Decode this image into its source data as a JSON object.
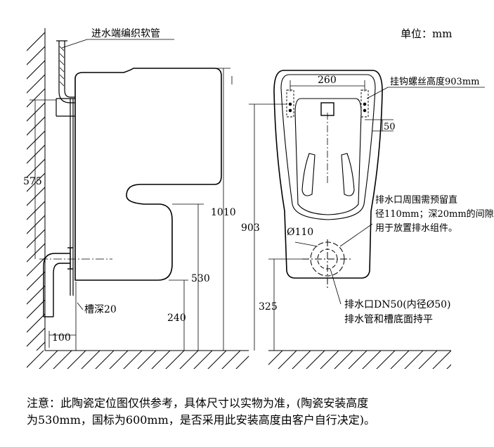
{
  "unit_label": "单位：mm",
  "labels": {
    "inlet_hose": "进水端编织软管",
    "hook_screw_height": "挂钩螺丝高度903mm",
    "drain_reserve_line1": "排水口周围需预留直",
    "drain_reserve_line2": "径110mm；深20mm的间隙,",
    "drain_reserve_line3": "用于放置排水组件。",
    "drain_outlet_line1": "排水口DN50(内径Ø50)",
    "drain_outlet_line2": "排水管和槽底面持平",
    "groove_depth": "槽深20"
  },
  "dimensions": {
    "d575": "575",
    "d1010": "1010",
    "d530": "530",
    "d240": "240",
    "d100": "100",
    "d260": "260",
    "d50": "50",
    "d903": "903",
    "d110": "Ø110",
    "d325": "325"
  },
  "note": {
    "line1": "注意：此陶瓷定位图仅供参考，具体尺寸以实物为准，(陶瓷安装高度",
    "line2": "为530mm，国标为600mm，是否采用此安装高度由客户自行决定)。"
  }
}
